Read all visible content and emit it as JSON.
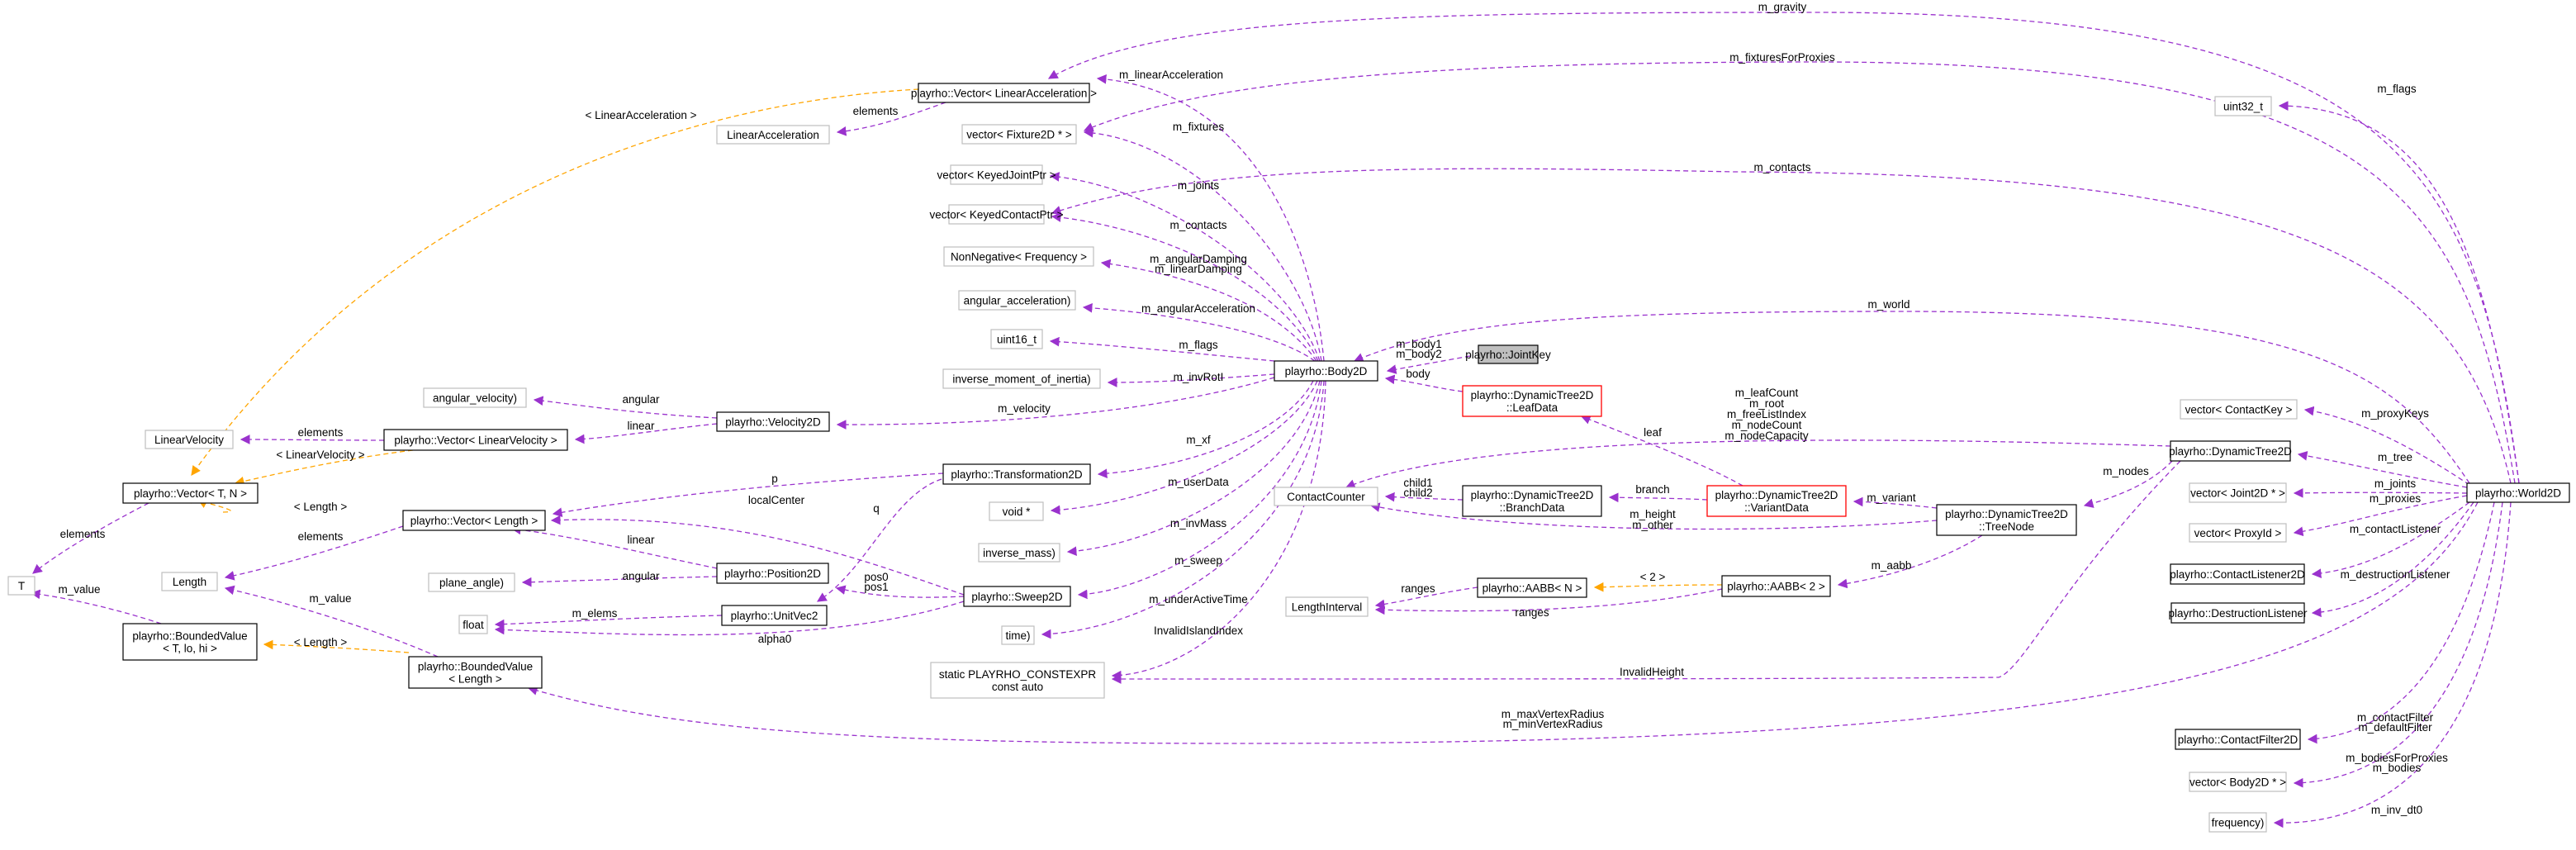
{
  "colors": {
    "member_edge": "#9a32cd",
    "template_edge": "#ffa500",
    "node_border_normal": "#000000",
    "node_border_external": "#bfbfbf",
    "node_border_truncated": "#ff0000",
    "highlight_fill": "#bfbfbf"
  },
  "nodes": [
    {
      "id": "JointKey",
      "lines": [
        "playrho::JointKey"
      ],
      "style": "highlight"
    },
    {
      "id": "Body2D",
      "lines": [
        "playrho::Body2D"
      ],
      "style": "normal"
    },
    {
      "id": "World2D",
      "lines": [
        "playrho::World2D"
      ],
      "style": "normal"
    },
    {
      "id": "VecLinAcc",
      "lines": [
        "playrho::Vector< LinearAcceleration >"
      ],
      "style": "normal"
    },
    {
      "id": "LinAcc",
      "lines": [
        "LinearAcceleration"
      ],
      "style": "external"
    },
    {
      "id": "VecFixture",
      "lines": [
        "vector< Fixture2D * >"
      ],
      "style": "external"
    },
    {
      "id": "VecKeyedJoint",
      "lines": [
        "vector< KeyedJointPtr >"
      ],
      "style": "external"
    },
    {
      "id": "VecKeyedContact",
      "lines": [
        "vector< KeyedContactPtr >"
      ],
      "style": "external"
    },
    {
      "id": "NonNegFreq",
      "lines": [
        "NonNegative< Frequency >"
      ],
      "style": "external"
    },
    {
      "id": "AngAcc",
      "lines": [
        "angular_acceleration)"
      ],
      "style": "external"
    },
    {
      "id": "Uint16",
      "lines": [
        "uint16_t"
      ],
      "style": "external"
    },
    {
      "id": "InvMoI",
      "lines": [
        "inverse_moment_of_inertia)"
      ],
      "style": "external"
    },
    {
      "id": "AngVel",
      "lines": [
        "angular_velocity)"
      ],
      "style": "external"
    },
    {
      "id": "LinVel",
      "lines": [
        "LinearVelocity"
      ],
      "style": "external"
    },
    {
      "id": "VecLinVel",
      "lines": [
        "playrho::Vector< LinearVelocity >"
      ],
      "style": "normal"
    },
    {
      "id": "Velocity2D",
      "lines": [
        "playrho::Velocity2D"
      ],
      "style": "normal"
    },
    {
      "id": "VectorTN",
      "lines": [
        "playrho::Vector< T, N >"
      ],
      "style": "normal"
    },
    {
      "id": "T",
      "lines": [
        "T"
      ],
      "style": "external"
    },
    {
      "id": "BVTemplate",
      "lines": [
        "playrho::BoundedValue",
        "< T, lo, hi >"
      ],
      "style": "normal"
    },
    {
      "id": "Length",
      "lines": [
        "Length"
      ],
      "style": "external"
    },
    {
      "id": "VecLength",
      "lines": [
        "playrho::Vector< Length >"
      ],
      "style": "normal"
    },
    {
      "id": "PlaneAngle",
      "lines": [
        "plane_angle)"
      ],
      "style": "external"
    },
    {
      "id": "Float",
      "lines": [
        "float"
      ],
      "style": "external"
    },
    {
      "id": "BVLength",
      "lines": [
        "playrho::BoundedValue",
        "< Length >"
      ],
      "style": "normal"
    },
    {
      "id": "Transformation2D",
      "lines": [
        "playrho::Transformation2D"
      ],
      "style": "normal"
    },
    {
      "id": "Position2D",
      "lines": [
        "playrho::Position2D"
      ],
      "style": "normal"
    },
    {
      "id": "UnitVec2",
      "lines": [
        "playrho::UnitVec2"
      ],
      "style": "normal"
    },
    {
      "id": "Sweep2D",
      "lines": [
        "playrho::Sweep2D"
      ],
      "style": "normal"
    },
    {
      "id": "VoidPtr",
      "lines": [
        "void *"
      ],
      "style": "external"
    },
    {
      "id": "InvMass",
      "lines": [
        "inverse_mass)"
      ],
      "style": "external"
    },
    {
      "id": "Time",
      "lines": [
        "time)"
      ],
      "style": "external"
    },
    {
      "id": "StaticConst",
      "lines": [
        "static PLAYRHO_CONSTEXPR",
        "const auto"
      ],
      "style": "external"
    },
    {
      "id": "LeafData",
      "lines": [
        "playrho::DynamicTree2D",
        "::LeafData"
      ],
      "style": "truncated"
    },
    {
      "id": "ContactCounter",
      "lines": [
        "ContactCounter"
      ],
      "style": "external"
    },
    {
      "id": "BranchData",
      "lines": [
        "playrho::DynamicTree2D",
        "::BranchData"
      ],
      "style": "normal"
    },
    {
      "id": "VariantData",
      "lines": [
        "playrho::DynamicTree2D",
        "::VariantData"
      ],
      "style": "truncated"
    },
    {
      "id": "TreeNode",
      "lines": [
        "playrho::DynamicTree2D",
        "::TreeNode"
      ],
      "style": "normal"
    },
    {
      "id": "DynamicTree2D",
      "lines": [
        "playrho::DynamicTree2D"
      ],
      "style": "normal"
    },
    {
      "id": "LengthInterval",
      "lines": [
        "LengthInterval"
      ],
      "style": "external"
    },
    {
      "id": "AABBN",
      "lines": [
        "playrho::AABB< N >"
      ],
      "style": "normal"
    },
    {
      "id": "AABB2",
      "lines": [
        "playrho::AABB< 2 >"
      ],
      "style": "normal"
    },
    {
      "id": "Uint32",
      "lines": [
        "uint32_t"
      ],
      "style": "external"
    },
    {
      "id": "VecContactKey",
      "lines": [
        "vector< ContactKey >"
      ],
      "style": "external"
    },
    {
      "id": "VecJoint2D",
      "lines": [
        "vector< Joint2D * >"
      ],
      "style": "external"
    },
    {
      "id": "VecProxyId",
      "lines": [
        "vector< ProxyId >"
      ],
      "style": "external"
    },
    {
      "id": "ContactListener2D",
      "lines": [
        "playrho::ContactListener2D"
      ],
      "style": "normal"
    },
    {
      "id": "DestructionListener",
      "lines": [
        "playrho::DestructionListener"
      ],
      "style": "normal"
    },
    {
      "id": "ContactFilter2D",
      "lines": [
        "playrho::ContactFilter2D"
      ],
      "style": "normal"
    },
    {
      "id": "VecBody2D",
      "lines": [
        "vector< Body2D * >"
      ],
      "style": "external"
    },
    {
      "id": "Frequency",
      "lines": [
        "frequency)"
      ],
      "style": "external"
    }
  ],
  "edges": [
    {
      "id": "e1",
      "lines": [
        "m_body1",
        "m_body2"
      ],
      "kind": "member"
    },
    {
      "id": "e2",
      "lines": [
        "m_linearAcceleration"
      ],
      "kind": "member"
    },
    {
      "id": "e3",
      "lines": [
        "m_fixtures"
      ],
      "kind": "member"
    },
    {
      "id": "e4",
      "lines": [
        "m_joints"
      ],
      "kind": "member"
    },
    {
      "id": "e5",
      "lines": [
        "m_contacts"
      ],
      "kind": "member"
    },
    {
      "id": "e6",
      "lines": [
        "m_angularDamping",
        "m_linearDamping"
      ],
      "kind": "member"
    },
    {
      "id": "e7",
      "lines": [
        "m_angularAcceleration"
      ],
      "kind": "member"
    },
    {
      "id": "e8",
      "lines": [
        "m_flags"
      ],
      "kind": "member"
    },
    {
      "id": "e9",
      "lines": [
        "m_invRotI"
      ],
      "kind": "member"
    },
    {
      "id": "e10",
      "lines": [
        "m_velocity"
      ],
      "kind": "member"
    },
    {
      "id": "e11",
      "lines": [
        "m_xf"
      ],
      "kind": "member"
    },
    {
      "id": "e12",
      "lines": [
        "m_userData"
      ],
      "kind": "member"
    },
    {
      "id": "e13",
      "lines": [
        "m_invMass"
      ],
      "kind": "member"
    },
    {
      "id": "e14",
      "lines": [
        "m_sweep"
      ],
      "kind": "member"
    },
    {
      "id": "e15",
      "lines": [
        "m_underActiveTime"
      ],
      "kind": "member"
    },
    {
      "id": "e16",
      "lines": [
        "InvalidIslandIndex"
      ],
      "kind": "member"
    },
    {
      "id": "e17",
      "lines": [
        "elements"
      ],
      "kind": "member"
    },
    {
      "id": "e18",
      "lines": [
        "< LinearAcceleration >"
      ],
      "kind": "template"
    },
    {
      "id": "e19",
      "lines": [
        "angular"
      ],
      "kind": "member"
    },
    {
      "id": "e20",
      "lines": [
        "linear"
      ],
      "kind": "member"
    },
    {
      "id": "e21",
      "lines": [
        "elements"
      ],
      "kind": "member"
    },
    {
      "id": "e22",
      "lines": [
        "< LinearVelocity >"
      ],
      "kind": "template"
    },
    {
      "id": "e23",
      "lines": [
        "elements"
      ],
      "kind": "member"
    },
    {
      "id": "e24",
      "lines": [
        "m_value"
      ],
      "kind": "member"
    },
    {
      "id": "e25",
      "lines": [
        "< Length >"
      ],
      "kind": "template"
    },
    {
      "id": "e26",
      "lines": [
        "elements"
      ],
      "kind": "member"
    },
    {
      "id": "e27",
      "lines": [
        "p"
      ],
      "kind": "member"
    },
    {
      "id": "e28",
      "lines": [
        "q"
      ],
      "kind": "member"
    },
    {
      "id": "e29",
      "lines": [
        "linear"
      ],
      "kind": "member"
    },
    {
      "id": "e30",
      "lines": [
        "angular"
      ],
      "kind": "member"
    },
    {
      "id": "e31",
      "lines": [
        "m_elems"
      ],
      "kind": "member"
    },
    {
      "id": "e32",
      "lines": [
        "localCenter"
      ],
      "kind": "member"
    },
    {
      "id": "e33",
      "lines": [
        "pos0",
        "pos1"
      ],
      "kind": "member"
    },
    {
      "id": "e34",
      "lines": [
        "alpha0"
      ],
      "kind": "member"
    },
    {
      "id": "e35",
      "lines": [
        "m_value"
      ],
      "kind": "member"
    },
    {
      "id": "e36",
      "lines": [
        "< Length >"
      ],
      "kind": "template"
    },
    {
      "id": "e37",
      "lines": [
        "body"
      ],
      "kind": "member"
    },
    {
      "id": "e38",
      "lines": [
        "leaf"
      ],
      "kind": "member"
    },
    {
      "id": "e39",
      "lines": [
        "child1",
        "child2"
      ],
      "kind": "member"
    },
    {
      "id": "e40",
      "lines": [
        "branch"
      ],
      "kind": "member"
    },
    {
      "id": "e41",
      "lines": [
        "m_variant"
      ],
      "kind": "member"
    },
    {
      "id": "e42",
      "lines": [
        "m_height",
        "m_other"
      ],
      "kind": "member"
    },
    {
      "id": "e43",
      "lines": [
        "m_aabb"
      ],
      "kind": "member"
    },
    {
      "id": "e44",
      "lines": [
        "< 2 >"
      ],
      "kind": "template"
    },
    {
      "id": "e45",
      "lines": [
        "ranges"
      ],
      "kind": "member"
    },
    {
      "id": "e46",
      "lines": [
        "ranges"
      ],
      "kind": "member"
    },
    {
      "id": "e47",
      "lines": [
        "m_nodes"
      ],
      "kind": "member"
    },
    {
      "id": "e48",
      "lines": [
        "m_leafCount",
        "m_root",
        "m_freeListIndex",
        "m_nodeCount",
        "m_nodeCapacity"
      ],
      "kind": "member"
    },
    {
      "id": "e49",
      "lines": [
        "InvalidHeight"
      ],
      "kind": "member"
    },
    {
      "id": "e50",
      "lines": [
        "m_gravity"
      ],
      "kind": "member"
    },
    {
      "id": "e51",
      "lines": [
        "m_fixturesForProxies"
      ],
      "kind": "member"
    },
    {
      "id": "e52",
      "lines": [
        "m_contacts"
      ],
      "kind": "member"
    },
    {
      "id": "e53",
      "lines": [
        "m_world"
      ],
      "kind": "member"
    },
    {
      "id": "e54",
      "lines": [
        "m_flags"
      ],
      "kind": "member"
    },
    {
      "id": "e55",
      "lines": [
        "m_proxyKeys"
      ],
      "kind": "member"
    },
    {
      "id": "e56",
      "lines": [
        "m_tree"
      ],
      "kind": "member"
    },
    {
      "id": "e57",
      "lines": [
        "m_joints"
      ],
      "kind": "member"
    },
    {
      "id": "e58",
      "lines": [
        "m_proxies"
      ],
      "kind": "member"
    },
    {
      "id": "e59",
      "lines": [
        "m_contactListener"
      ],
      "kind": "member"
    },
    {
      "id": "e60",
      "lines": [
        "m_destructionListener"
      ],
      "kind": "member"
    },
    {
      "id": "e61",
      "lines": [
        "m_maxVertexRadius",
        "m_minVertexRadius"
      ],
      "kind": "member"
    },
    {
      "id": "e62",
      "lines": [
        "m_contactFilter",
        "m_defaultFilter"
      ],
      "kind": "member"
    },
    {
      "id": "e63",
      "lines": [
        "m_bodiesForProxies",
        "m_bodies"
      ],
      "kind": "member"
    },
    {
      "id": "e64",
      "lines": [
        "m_inv_dt0"
      ],
      "kind": "member"
    }
  ]
}
